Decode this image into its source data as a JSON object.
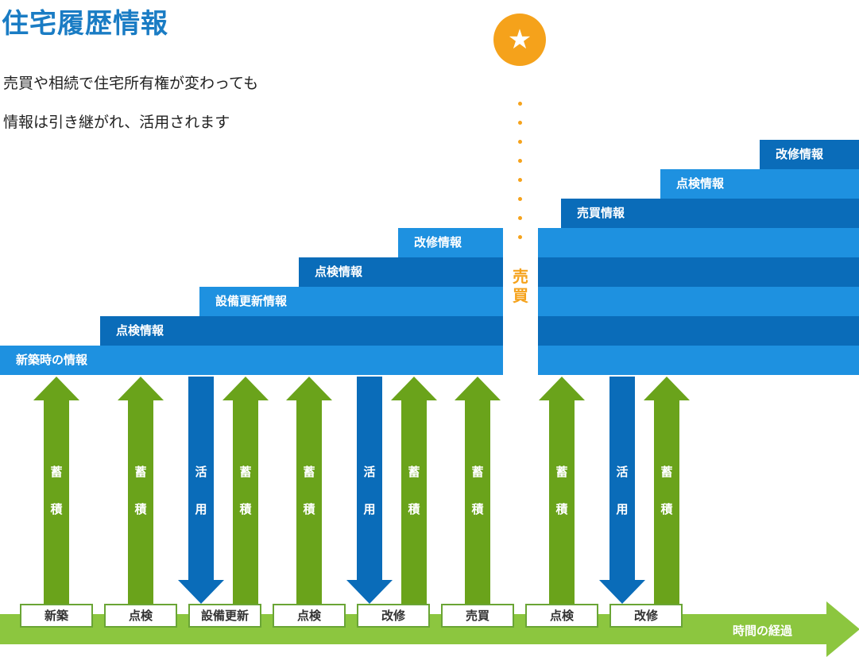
{
  "header": {
    "title": "住宅履歴情報",
    "intro_line1": "売買や相続で住宅所有権が変わっても",
    "intro_line2": "情報は引き継がれ、活用されます"
  },
  "marker": {
    "star": "★",
    "sale_label": "売買"
  },
  "left_stack": [
    "新築時の情報",
    "点検情報",
    "設備更新情報",
    "点検情報",
    "改修情報"
  ],
  "right_stack": [
    "売買情報",
    "点検情報",
    "改修情報"
  ],
  "arrows": [
    {
      "kind": "store",
      "label": "蓄積"
    },
    {
      "kind": "store",
      "label": "蓄積"
    },
    {
      "kind": "use",
      "label": "活用"
    },
    {
      "kind": "store",
      "label": "蓄積"
    },
    {
      "kind": "store",
      "label": "蓄積"
    },
    {
      "kind": "use",
      "label": "活用"
    },
    {
      "kind": "store",
      "label": "蓄積"
    },
    {
      "kind": "store",
      "label": "蓄積"
    },
    {
      "kind": "store",
      "label": "蓄積"
    },
    {
      "kind": "use",
      "label": "活用"
    },
    {
      "kind": "store",
      "label": "蓄積"
    }
  ],
  "events": [
    "新築",
    "点検",
    "設備更新",
    "点検",
    "改修",
    "売買",
    "点検",
    "改修"
  ],
  "timeline": {
    "label": "時間の経過"
  },
  "colors": {
    "title_blue": "#1a7cc4",
    "band_light": "#1e91e0",
    "band_dark": "#0a6cb9",
    "store_green": "#6aa31b",
    "use_blue": "#0a6cb9",
    "timeline_green": "#8cc63f",
    "accent_orange": "#f5a21b"
  }
}
